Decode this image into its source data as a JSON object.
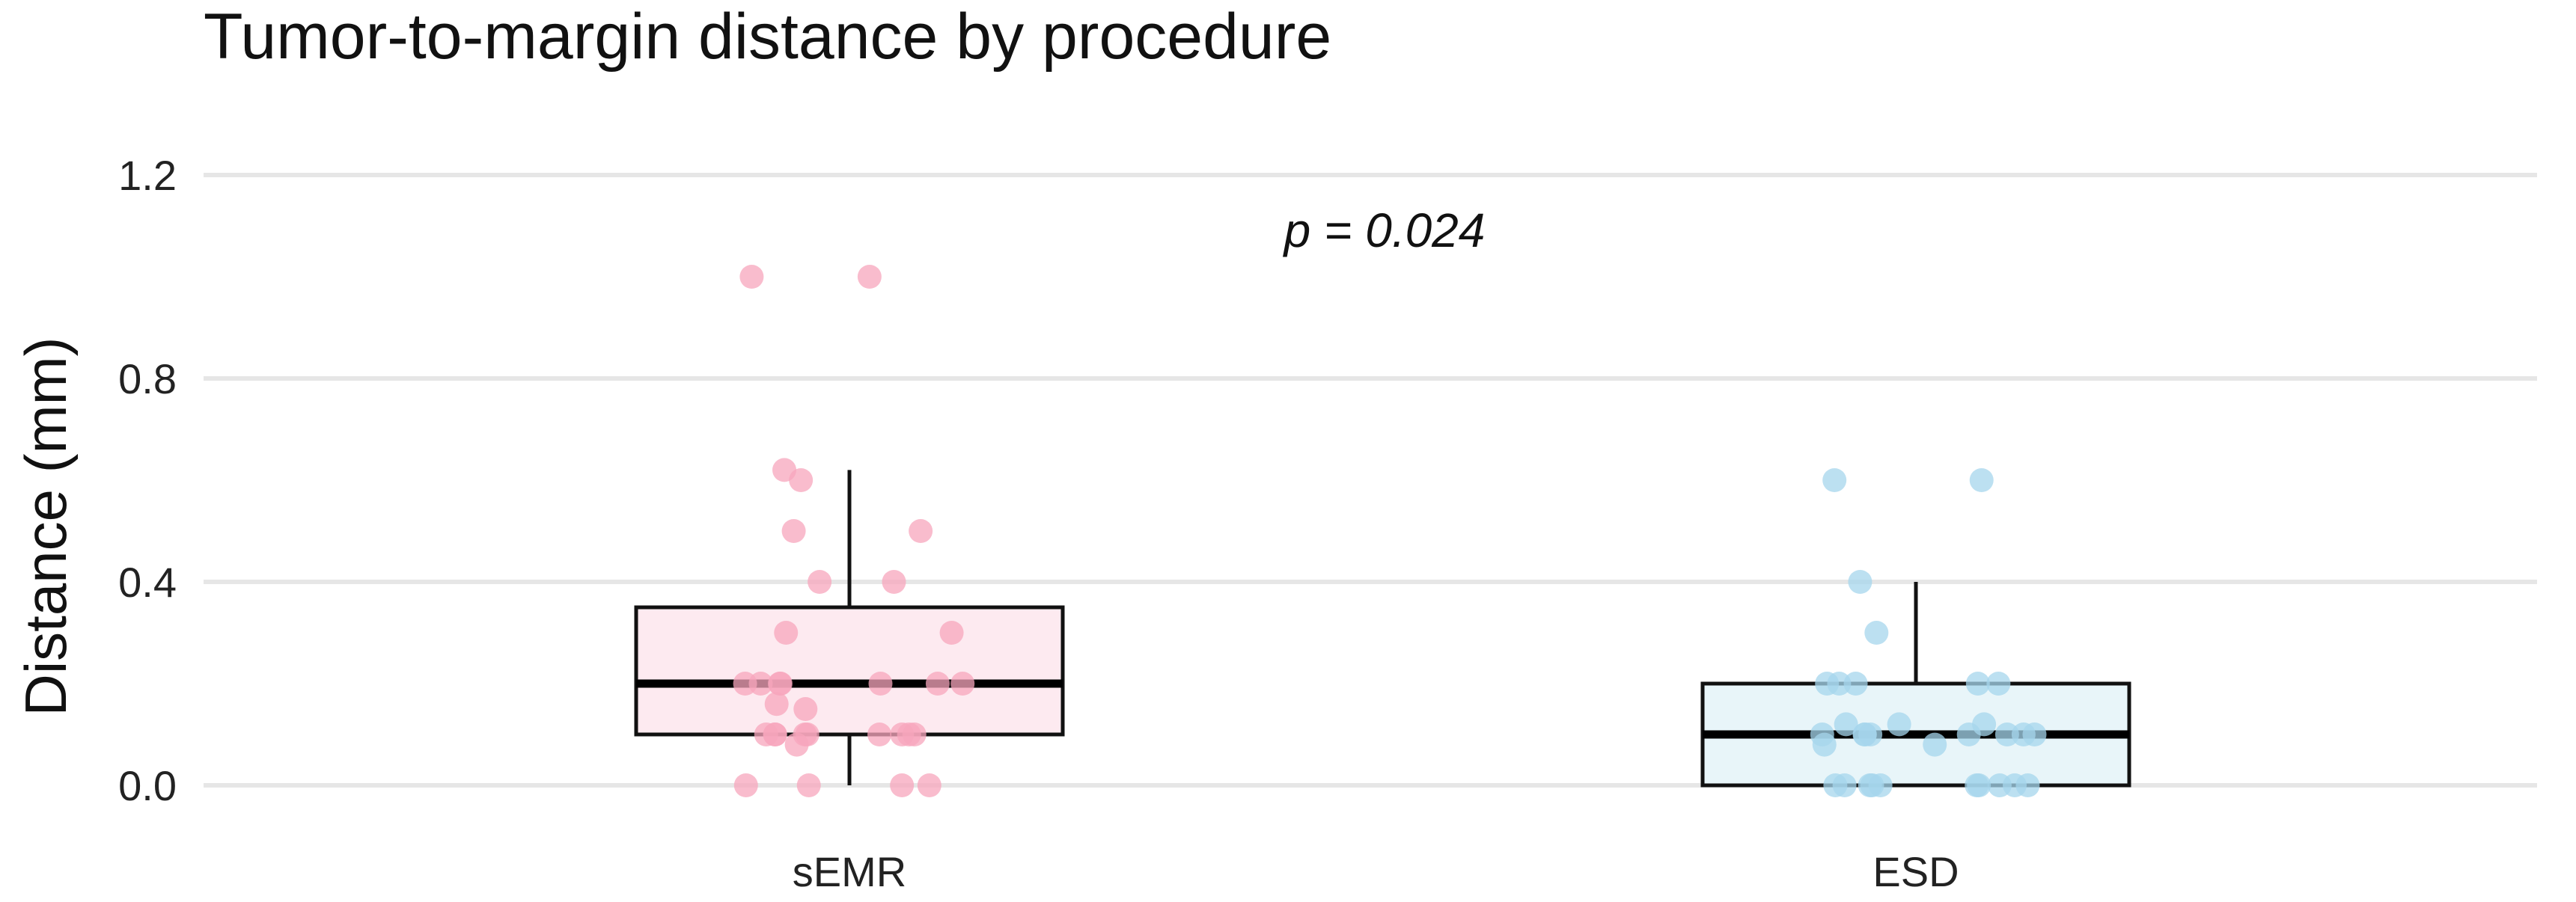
{
  "chart_data": {
    "type": "box",
    "title": "Tumor-to-margin distance by procedure",
    "xlabel": "",
    "ylabel": "Distance (mm)",
    "ylim": [
      0,
      1.2
    ],
    "yticks": [
      0.0,
      0.4,
      0.8,
      1.2
    ],
    "ytick_labels": [
      "0.0",
      "0.4",
      "0.8",
      "1.2"
    ],
    "grid": "horizontal",
    "annotation": "p = 0.024",
    "categories": [
      "sEMR",
      "ESD"
    ],
    "series": [
      {
        "category": "sEMR",
        "fill": "#fdeaf0",
        "point_color": "#f7a6bc",
        "box": {
          "q1": 0.1,
          "median": 0.2,
          "q3": 0.35,
          "whisker_low": 0.0,
          "whisker_high": 0.62
        },
        "points": [
          1.0,
          1.0,
          0.62,
          0.6,
          0.5,
          0.5,
          0.4,
          0.4,
          0.3,
          0.3,
          0.2,
          0.2,
          0.2,
          0.2,
          0.2,
          0.2,
          0.2,
          0.16,
          0.15,
          0.1,
          0.1,
          0.1,
          0.1,
          0.1,
          0.1,
          0.1,
          0.1,
          0.1,
          0.08,
          0.0,
          0.0,
          0.0,
          0.0
        ]
      },
      {
        "category": "ESD",
        "fill": "#e8f5f9",
        "point_color": "#a6d6ec",
        "box": {
          "q1": 0.0,
          "median": 0.1,
          "q3": 0.2,
          "whisker_low": 0.0,
          "whisker_high": 0.4
        },
        "points": [
          0.6,
          0.6,
          0.4,
          0.3,
          0.2,
          0.2,
          0.2,
          0.2,
          0.2,
          0.12,
          0.12,
          0.12,
          0.1,
          0.1,
          0.1,
          0.1,
          0.1,
          0.1,
          0.1,
          0.1,
          0.08,
          0.08,
          0.0,
          0.0,
          0.0,
          0.0,
          0.0,
          0.0,
          0.0,
          0.0,
          0.0,
          0.0
        ]
      }
    ]
  }
}
